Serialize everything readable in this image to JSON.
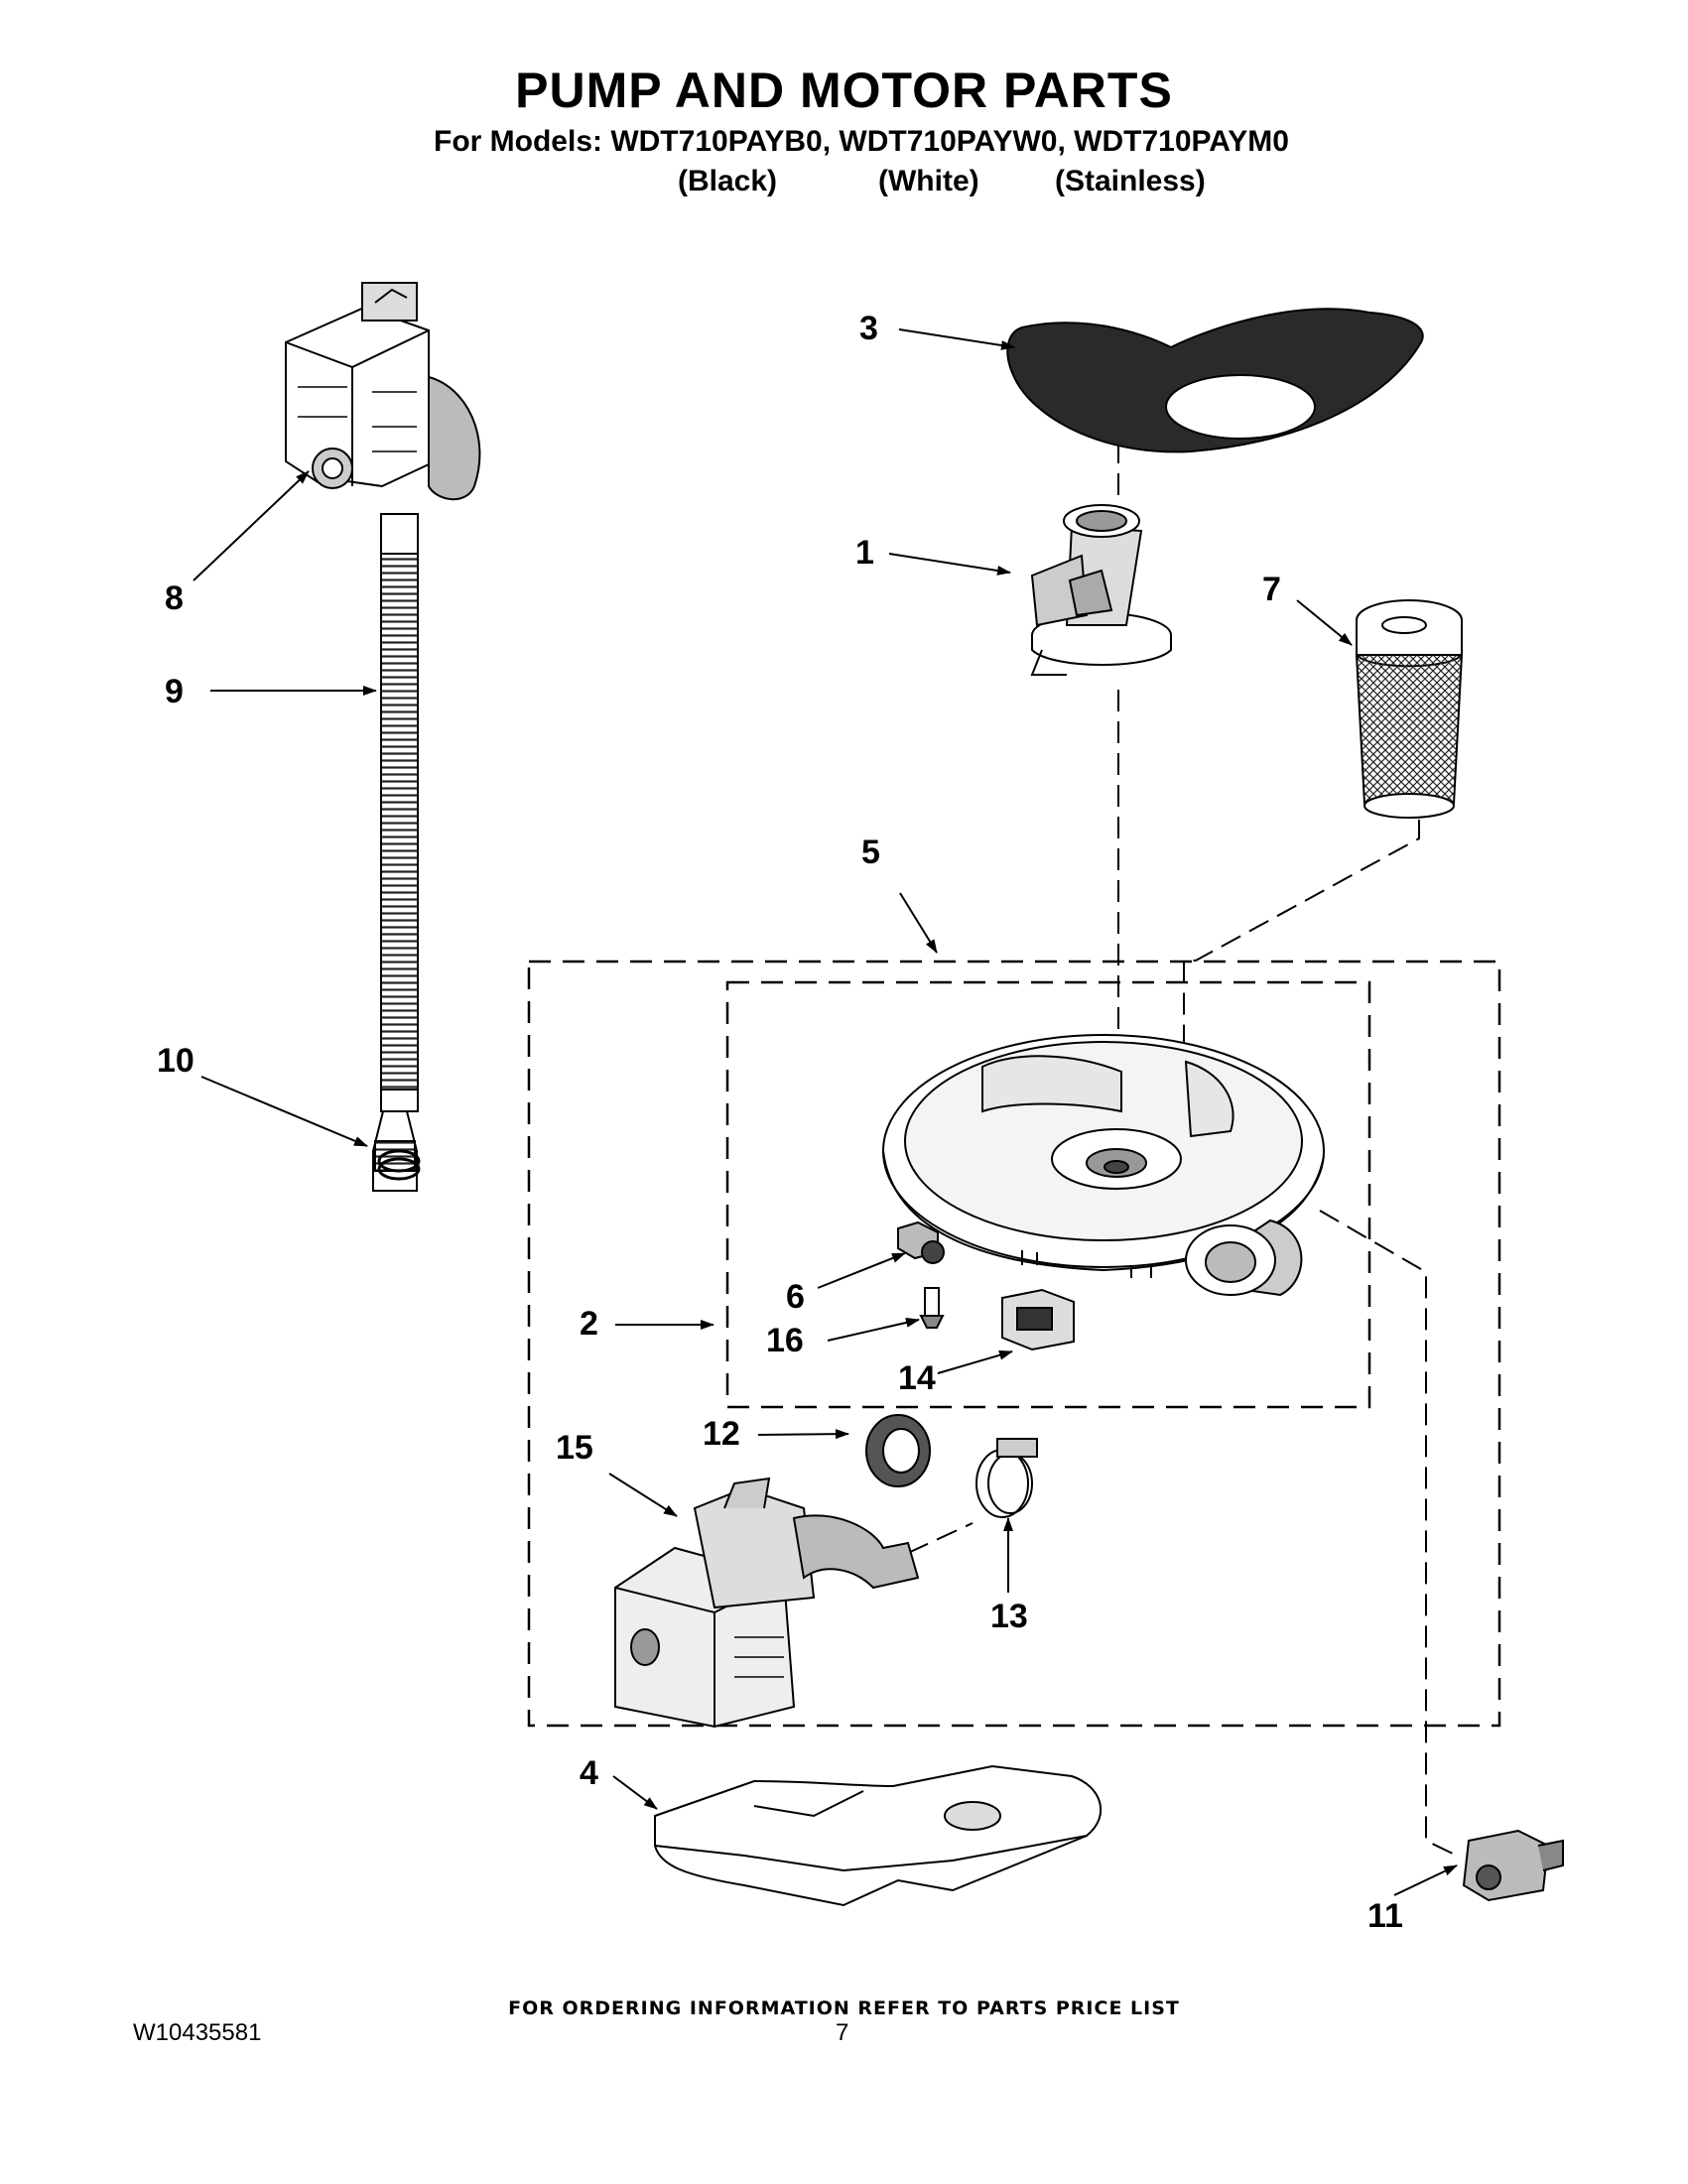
{
  "title": "PUMP AND MOTOR PARTS",
  "models_line": "For Models: WDT710PAYB0, WDT710PAYW0, WDT710PAYM0",
  "variants": [
    "(Black)",
    "(White)",
    "(Stainless)"
  ],
  "callouts": {
    "c1": "1",
    "c2": "2",
    "c3": "3",
    "c4": "4",
    "c5": "5",
    "c6": "6",
    "c7": "7",
    "c8": "8",
    "c9": "9",
    "c10": "10",
    "c11": "11",
    "c12": "12",
    "c13": "13",
    "c14": "14",
    "c15": "15",
    "c16": "16"
  },
  "footer": "FOR ORDERING INFORMATION REFER TO PARTS PRICE LIST",
  "doc_number": "W10435581",
  "page_number": "7"
}
